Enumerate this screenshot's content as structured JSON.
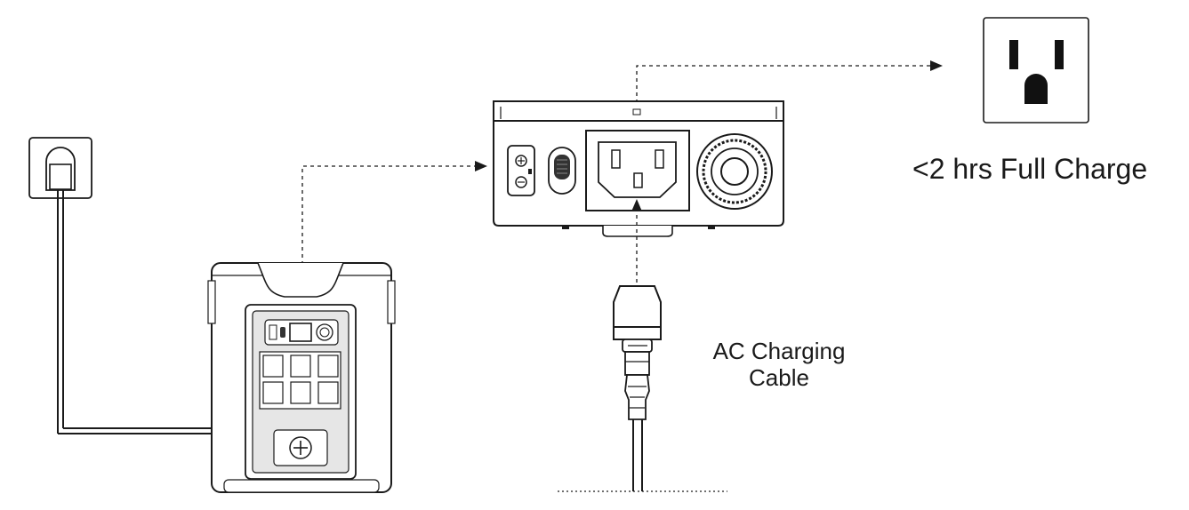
{
  "charge_time": "<2 hrs Full Charge",
  "cable_label": {
    "line1": "AC Charging",
    "line2": "Cable"
  },
  "colors": {
    "stroke": "#1a1a1a",
    "fill_dark": "#111111",
    "fill_light": "#ffffff",
    "fill_grey": "#e6e6e6"
  },
  "icons": [
    "wall-outlet-icon",
    "plug-icon",
    "power-station-icon",
    "ac-input-panel-icon",
    "ac-charging-cable-icon"
  ]
}
